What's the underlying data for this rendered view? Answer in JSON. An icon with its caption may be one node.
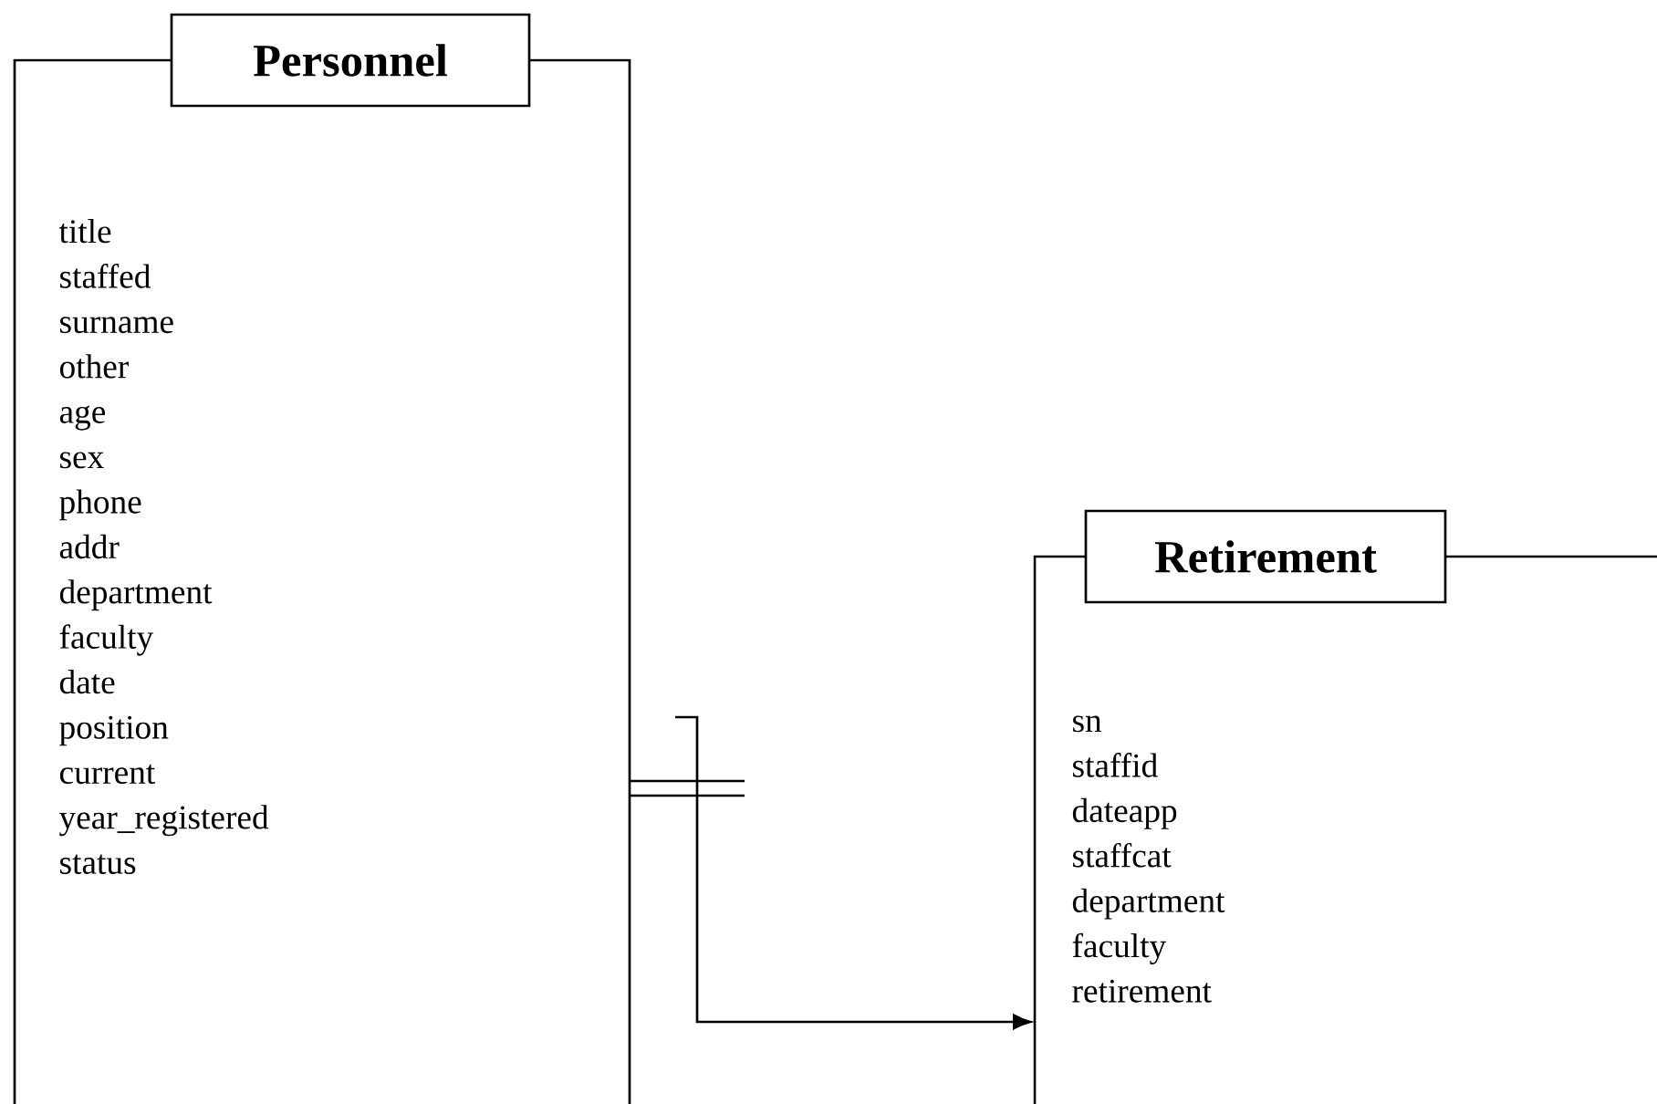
{
  "diagram": {
    "nodes": [
      {
        "text": [
          "Personnel",
          "title",
          "staffed",
          "surname",
          "other",
          "age",
          "sex",
          "phone",
          "addr",
          "department",
          "faculty",
          "date",
          "position",
          "current",
          "year_registered",
          "status"
        ]
      },
      {
        "text": [
          "Retirement",
          "sn",
          "staffid",
          "dateapp",
          "staffcat",
          "department",
          "faculty",
          "retirement"
        ]
      }
    ],
    "edges": [
      {
        "from": 0,
        "to": 1,
        "arrow": "to"
      }
    ]
  }
}
